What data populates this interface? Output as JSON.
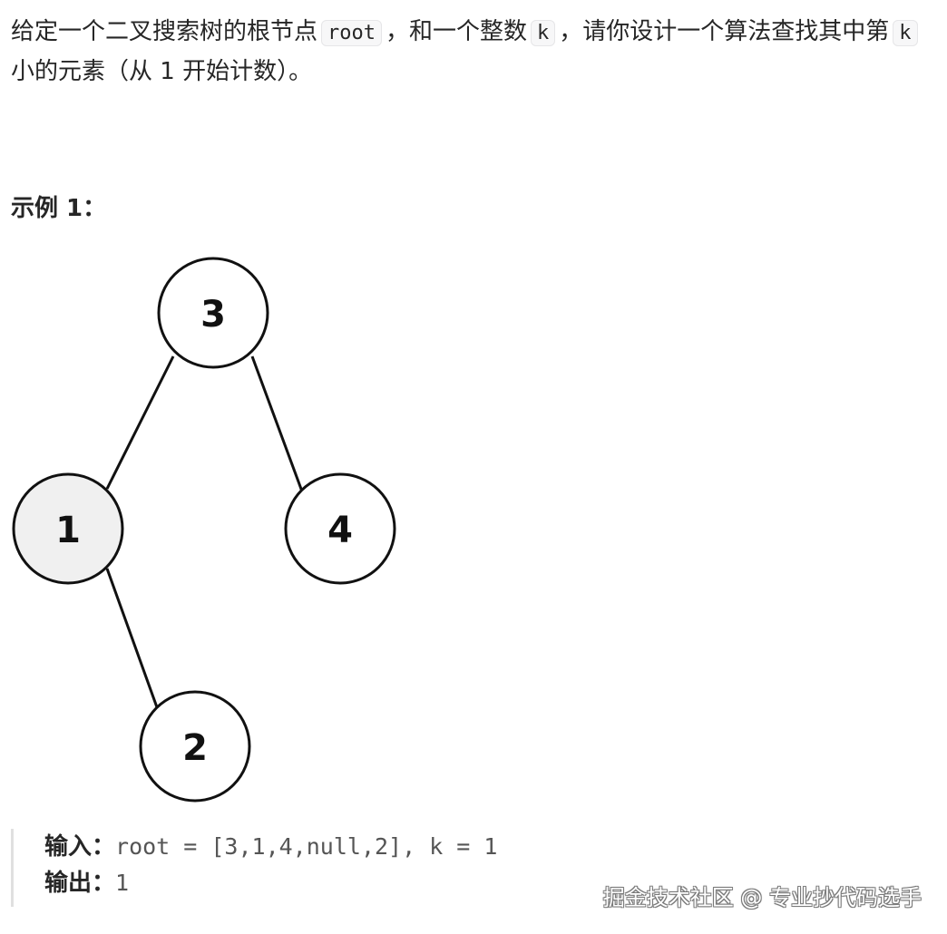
{
  "description": {
    "part1": "给定一个二叉搜索树的根节点",
    "code_root": "root",
    "part2": "，和一个整数",
    "code_k1": "k",
    "part3": "，请你设计一个算法查找其中第",
    "code_k2": "k",
    "part4": "小的元素（从 1 开始计数）。"
  },
  "example": {
    "heading": "示例 1：",
    "tree": {
      "nodes": [
        {
          "id": "n3",
          "label": "3",
          "highlight": false
        },
        {
          "id": "n1",
          "label": "1",
          "highlight": true
        },
        {
          "id": "n4",
          "label": "4",
          "highlight": false
        },
        {
          "id": "n2",
          "label": "2",
          "highlight": false
        }
      ],
      "edges": [
        {
          "from": "3",
          "to": "1"
        },
        {
          "from": "3",
          "to": "4"
        },
        {
          "from": "1",
          "to": "2"
        }
      ]
    },
    "input_label": "输入：",
    "input_value": "root = [3,1,4,null,2], k = 1",
    "output_label": "输出：",
    "output_value": "1"
  },
  "watermark": "掘金技术社区 @ 专业抄代码选手",
  "colors": {
    "text": "#262626",
    "code_bg": "#f7f7f8",
    "highlight_node": "#f0f0f0",
    "stroke": "#111111"
  }
}
